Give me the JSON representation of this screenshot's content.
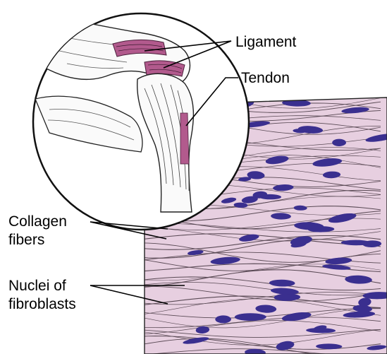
{
  "labels": {
    "ligament": "Ligament",
    "tendon": "Tendon",
    "collagen_line1": "Collagen",
    "collagen_line2": "fibers",
    "nuclei_line1": "Nuclei of",
    "nuclei_line2": "fibroblasts"
  },
  "colors": {
    "tissue_background": "#e7cfe0",
    "fiber_line": "#5a4a55",
    "nucleus": "#3a2f8f",
    "ligament_tint": "#b25a8d",
    "outline": "#222222"
  },
  "icons": [
    "joint-inset-illustration",
    "connective-tissue-section"
  ]
}
